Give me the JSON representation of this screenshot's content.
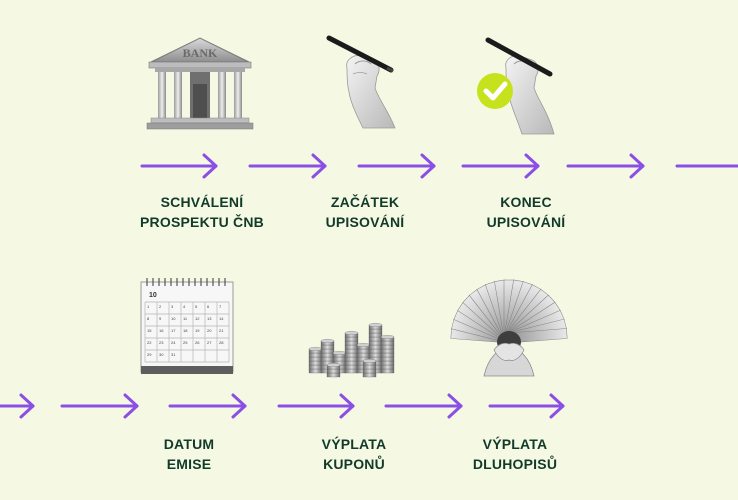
{
  "steps": [
    {
      "id": "prospekt",
      "line1": "SCHVÁLENÍ",
      "line2": "PROSPEKTU ČNB",
      "icon": "bank-building-icon"
    },
    {
      "id": "zacatek",
      "line1": "ZAČÁTEK",
      "line2": "UPISOVÁNÍ",
      "icon": "hand-pen-icon"
    },
    {
      "id": "konec",
      "line1": "KONEC",
      "line2": "UPISOVÁNÍ",
      "icon": "hand-pen-check-icon"
    },
    {
      "id": "emise",
      "line1": "DATUM",
      "line2": "EMISE",
      "icon": "calendar-icon"
    },
    {
      "id": "kupony",
      "line1": "VÝPLATA",
      "line2": "KUPONŮ",
      "icon": "coin-stacks-icon"
    },
    {
      "id": "dluhopisy",
      "line1": "VÝPLATA",
      "line2": "DLUHOPISŮ",
      "icon": "money-fan-icon"
    }
  ],
  "bank_sign": "BANK",
  "calendar_month": "10",
  "calendar_days": [
    "1",
    "2",
    "3",
    "4",
    "5",
    "6",
    "7",
    "8",
    "9",
    "10",
    "11",
    "12",
    "13",
    "14",
    "15",
    "16",
    "17",
    "18",
    "19",
    "20",
    "21",
    "22",
    "23",
    "24",
    "25",
    "26",
    "27",
    "28",
    "29",
    "30",
    "31"
  ],
  "colors": {
    "background": "#f5f9e3",
    "arrow": "#8b4fe6",
    "text": "#123a2a",
    "check": "#c6e21c"
  }
}
